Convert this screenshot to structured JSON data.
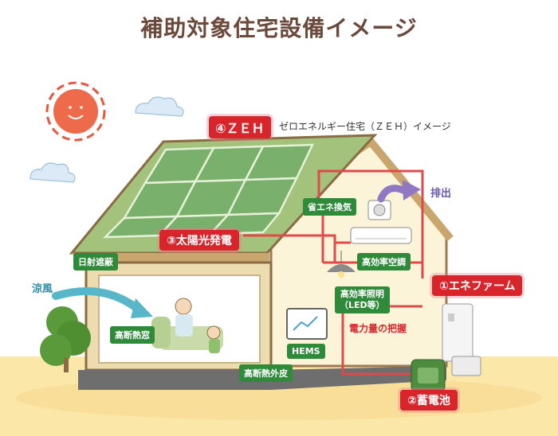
{
  "title": "補助対象住宅設備イメージ",
  "zeh": {
    "tag": "④ＺＥＨ",
    "caption": "ゼロエネルギー住宅（ＺＥＨ）イメージ"
  },
  "labels": {
    "solar": "③太陽光発電",
    "enefarm": "①エネファーム",
    "battery": "②蓄電池",
    "ventilation": "省エネ換気",
    "aircon": "高効率空調",
    "lighting": "高効率照明\n（LED等）",
    "shade": "日射遮蔽",
    "window": "高断熱窓",
    "skin": "高断熱外皮",
    "hems": "HEMS",
    "monitor": "電力量の把握",
    "exhaust": "排出",
    "breeze": "涼風"
  },
  "colors": {
    "accent_red": "#d7252b",
    "label_green": "#2f8a3a",
    "title_brown": "#6b4a3b",
    "roof_green": "#8cb86a",
    "panel_green": "#7fb573",
    "sun": "#e8563d"
  },
  "icons": [
    "sun-icon",
    "cloud-icon",
    "tree-icon",
    "people-icon",
    "fan-icon",
    "aircon-icon",
    "lamp-icon",
    "monitor-icon",
    "fuel-cell-icon",
    "battery-icon"
  ]
}
